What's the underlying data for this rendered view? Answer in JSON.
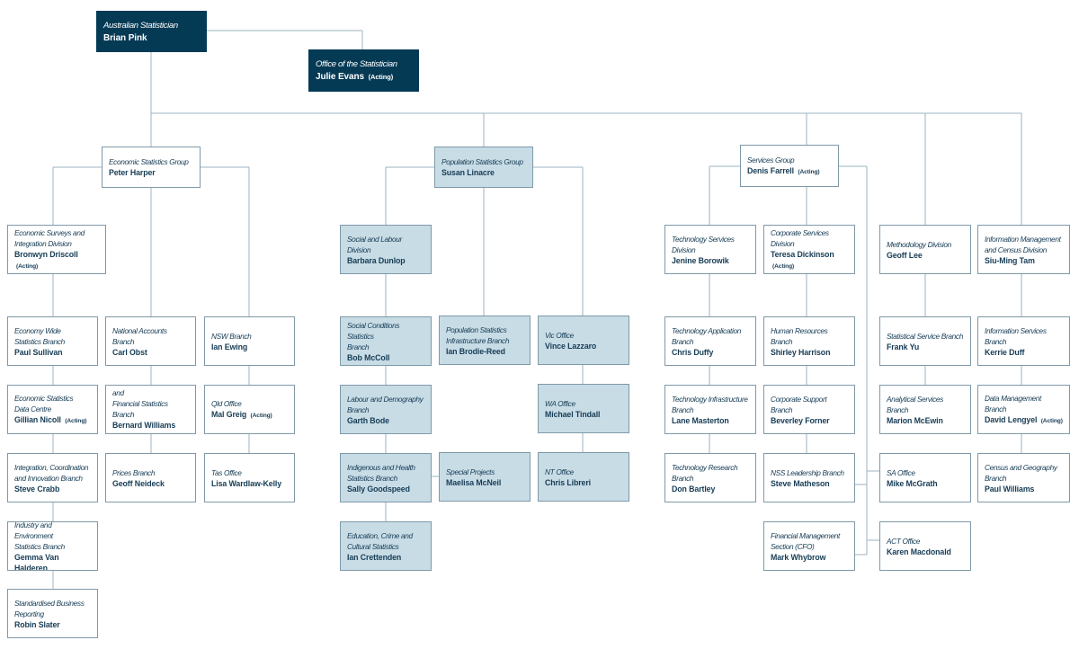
{
  "colors": {
    "dark_fill": "#053a55",
    "light_fill": "#c8dce6",
    "border": "#7f99a8",
    "text": "#163c55",
    "line": "#9db3c0"
  },
  "nodes": [
    {
      "id": "n0",
      "style": "dark",
      "title": "Australian Statistician",
      "name": "Brian Pink",
      "note": ""
    },
    {
      "id": "n1",
      "style": "dark",
      "title": "Office of the Statistician",
      "name": "Julie Evans",
      "note": "(Acting)"
    },
    {
      "id": "g1",
      "style": "white",
      "title": "Economic Statistics Group",
      "name": "Peter Harper",
      "note": ""
    },
    {
      "id": "g2",
      "style": "light",
      "title": "Population Statistics Group",
      "name": "Susan Linacre",
      "note": ""
    },
    {
      "id": "g3",
      "style": "white",
      "title": "Services Group",
      "name": "Denis Farrell",
      "note": "(Acting)"
    },
    {
      "id": "e1",
      "style": "white",
      "title": "Economic Surveys and\nIntegration Division",
      "name": "Bronwyn Driscoll",
      "note": "(Acting)"
    },
    {
      "id": "e2",
      "style": "white",
      "title": "Economy Wide\nStatistics Branch",
      "name": "Paul Sullivan",
      "note": ""
    },
    {
      "id": "e3",
      "style": "white",
      "title": "Economic Statistics\nData Centre",
      "name": "Gillian Nicoll",
      "note": "(Acting)"
    },
    {
      "id": "e4",
      "style": "white",
      "title": "Integration, Coordination\nand Innovation Branch",
      "name": "Steve Crabb",
      "note": ""
    },
    {
      "id": "e5",
      "style": "white",
      "title": "Industry and Environment\nStatistics Branch",
      "name": "Gemma Van Halderen",
      "note": ""
    },
    {
      "id": "e6",
      "style": "white",
      "title": "Standardised Business\nReporting",
      "name": "Robin Slater",
      "note": ""
    },
    {
      "id": "e7",
      "style": "white",
      "title": "National Accounts Branch",
      "name": "Carl Obst",
      "note": ""
    },
    {
      "id": "e8",
      "style": "white",
      "title": "International Accounts and\nFinancial Statistics Branch",
      "name": "Bernard Williams",
      "note": "(Acting)"
    },
    {
      "id": "e9",
      "style": "white",
      "title": "Prices Branch",
      "name": "Geoff Neideck",
      "note": ""
    },
    {
      "id": "e10",
      "style": "white",
      "title": "NSW Branch",
      "name": "Ian Ewing",
      "note": ""
    },
    {
      "id": "e11",
      "style": "white",
      "title": "Qld Office",
      "name": "Mal Greig",
      "note": "(Acting)"
    },
    {
      "id": "e12",
      "style": "white",
      "title": "Tas Office",
      "name": "Lisa Wardlaw-Kelly",
      "note": ""
    },
    {
      "id": "p1",
      "style": "light",
      "title": "Social and Labour Division",
      "name": "Barbara Dunlop",
      "note": ""
    },
    {
      "id": "p2",
      "style": "light",
      "title": "Social Conditions Statistics\nBranch",
      "name": "Bob McColl",
      "note": ""
    },
    {
      "id": "p3",
      "style": "light",
      "title": "Labour and Demography\nBranch",
      "name": "Garth Bode",
      "note": ""
    },
    {
      "id": "p4",
      "style": "light",
      "title": "Indigenous and Health\nStatistics Branch",
      "name": "Sally Goodspeed",
      "note": ""
    },
    {
      "id": "p5",
      "style": "light",
      "title": "Education, Crime and\nCultural Statistics",
      "name": "Ian Crettenden",
      "note": ""
    },
    {
      "id": "p6",
      "style": "light",
      "title": "Population Statistics\nInfrastructure Branch",
      "name": "Ian Brodie-Reed",
      "note": ""
    },
    {
      "id": "p7",
      "style": "light",
      "title": "Special Projects",
      "name": "Maelisa McNeil",
      "note": ""
    },
    {
      "id": "p8",
      "style": "light",
      "title": "Vic Office",
      "name": "Vince Lazzaro",
      "note": ""
    },
    {
      "id": "p9",
      "style": "light",
      "title": "WA Office",
      "name": "Michael Tindall",
      "note": ""
    },
    {
      "id": "p10",
      "style": "light",
      "title": "NT Office",
      "name": "Chris Libreri",
      "note": ""
    },
    {
      "id": "s1",
      "style": "white",
      "title": "Technology Services Division",
      "name": "Jenine Borowik",
      "note": ""
    },
    {
      "id": "s2",
      "style": "white",
      "title": "Technology Application\nBranch",
      "name": "Chris Duffy",
      "note": ""
    },
    {
      "id": "s3",
      "style": "white",
      "title": "Technology Infrastructure\nBranch",
      "name": "Lane Masterton",
      "note": ""
    },
    {
      "id": "s4",
      "style": "white",
      "title": "Technology Research\nBranch",
      "name": "Don Bartley",
      "note": ""
    },
    {
      "id": "s5",
      "style": "white",
      "title": "Corporate Services Division",
      "name": "Teresa Dickinson",
      "note": "(Acting)"
    },
    {
      "id": "s6",
      "style": "white",
      "title": "Human Resources Branch",
      "name": "Shirley Harrison",
      "note": ""
    },
    {
      "id": "s7",
      "style": "white",
      "title": "Corporate Support Branch",
      "name": "Beverley Forner",
      "note": ""
    },
    {
      "id": "s8",
      "style": "white",
      "title": "NSS Leadership Branch",
      "name": "Steve Matheson",
      "note": ""
    },
    {
      "id": "s9",
      "style": "white",
      "title": "Financial Management\nSection (CFO)",
      "name": "Mark Whybrow",
      "note": ""
    },
    {
      "id": "s10",
      "style": "white",
      "title": "Methodology Division",
      "name": "Geoff Lee",
      "note": ""
    },
    {
      "id": "s11",
      "style": "white",
      "title": "Statistical Service Branch",
      "name": "Frank Yu",
      "note": ""
    },
    {
      "id": "s12",
      "style": "white",
      "title": "Analytical Services Branch",
      "name": "Marion McEwin",
      "note": ""
    },
    {
      "id": "s13",
      "style": "white",
      "title": "SA Office",
      "name": "Mike McGrath",
      "note": ""
    },
    {
      "id": "s14",
      "style": "white",
      "title": "ACT Office",
      "name": "Karen Macdonald",
      "note": ""
    },
    {
      "id": "s15",
      "style": "white",
      "title": "Information Management\nand Census Division",
      "name": "Siu-Ming Tam",
      "note": ""
    },
    {
      "id": "s16",
      "style": "white",
      "title": "Information Services Branch",
      "name": "Kerrie Duff",
      "note": ""
    },
    {
      "id": "s17",
      "style": "white",
      "title": "Data Management Branch",
      "name": "David Lengyel",
      "note": "(Acting)"
    },
    {
      "id": "s18",
      "style": "white",
      "title": "Census and Geography\nBranch",
      "name": "Paul Williams",
      "note": ""
    }
  ]
}
